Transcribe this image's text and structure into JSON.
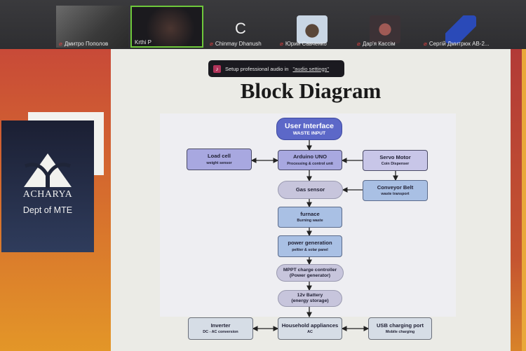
{
  "meeting": {
    "participants": [
      {
        "name": "Дмитро Пополов",
        "muted": true
      },
      {
        "name": "Krthi P",
        "muted": false,
        "active_speaker": true
      },
      {
        "name": "Chinmay Dhanush",
        "muted": true,
        "initial": "C"
      },
      {
        "name": "Юрий Савченко",
        "muted": true
      },
      {
        "name": "Дар'я Кассім",
        "muted": true
      },
      {
        "name": "Сергій Дмитрюк АВ-2...",
        "muted": true
      }
    ],
    "notification": {
      "text": "Setup professional audio in",
      "link": "\"audio settings\""
    }
  },
  "slide": {
    "logo": {
      "word": "ACHARYA",
      "dept": "Dept of MTE"
    },
    "title": "Block Diagram",
    "blocks": {
      "user_interface": {
        "main": "User Interface",
        "sub": "WASTE INPUT"
      },
      "arduino": {
        "main": "Arduino UNO",
        "sub": "Processing & control unit"
      },
      "load_cell": {
        "main": "Load cell",
        "sub": "weight sensor"
      },
      "servo": {
        "main": "Servo Motor",
        "sub": "Coin Dispenser"
      },
      "gas": {
        "main": "Gas sensor"
      },
      "conveyor": {
        "main": "Conveyor Belt",
        "sub": "waste transport"
      },
      "furnace": {
        "main": "furnace",
        "sub": "Burning waste"
      },
      "power": {
        "main": "power generation",
        "sub": "peltier & solar panel"
      },
      "mppt": {
        "main": "MPPT charge controller",
        "sub": "(Power generator)"
      },
      "battery": {
        "main": "12v Battery",
        "sub": "(energy storage)"
      },
      "inverter": {
        "main": "Inverter",
        "sub": "DC - AC conversion"
      },
      "household": {
        "main": "Household appliances",
        "sub": "AC"
      },
      "usb": {
        "main": "USB charging port",
        "sub": "Mobile charging"
      }
    }
  },
  "colors": {
    "active_speaker_border": "#6ec83b",
    "ui_block": "#5c68c8",
    "slide_accent": "#c84a38"
  }
}
